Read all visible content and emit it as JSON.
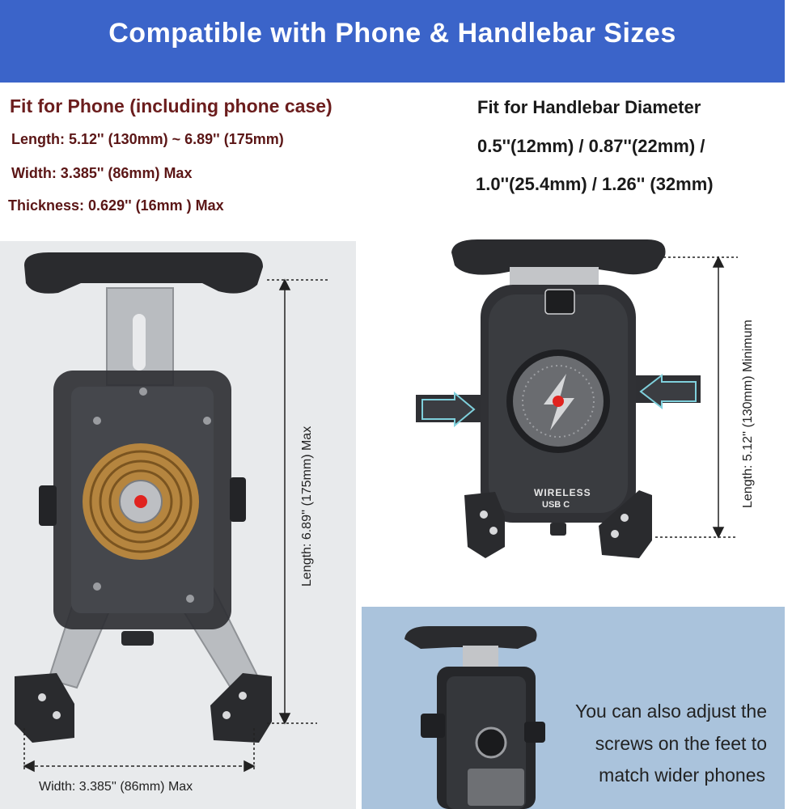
{
  "banner": {
    "title": "Compatible with Phone & Handlebar Sizes",
    "color": "#3b64c9"
  },
  "phone_fit": {
    "heading": "Fit for Phone (including phone case)",
    "length": "Length: 5.12'' (130mm) ~ 6.89'' (175mm)",
    "width": "Width: 3.385'' (86mm) Max",
    "thickness": "Thickness: 0.629'' (16mm ) Max"
  },
  "handlebar_fit": {
    "heading": "Fit for Handlebar Diameter",
    "line1": "0.5''(12mm) / 0.87''(22mm) /",
    "line2": "1.0''(25.4mm) / 1.26'' (32mm)"
  },
  "left_diagram": {
    "length_label": "Length: 6.89'' (175mm) Max",
    "width_label": "Width: 3.385'' (86mm) Max"
  },
  "right_diagram": {
    "length_label": "Length: 5.12'' (130mm) Minimum",
    "product_text_1": "WIRELESS",
    "product_text_2": "USB C"
  },
  "note": {
    "line1": "You can also adjust the",
    "line2": "screws on the feet to",
    "line3": "match wider phones"
  }
}
